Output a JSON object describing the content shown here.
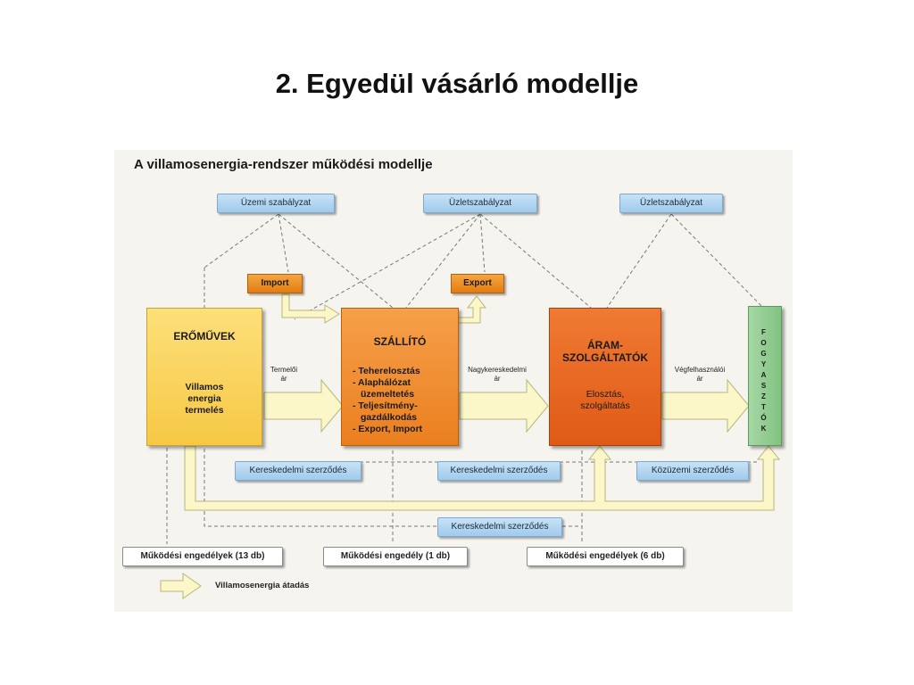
{
  "slide": {
    "title": "2. Egyedül vásárló modellje"
  },
  "diagram": {
    "title": "A villamosenergia-rendszer működési modellje",
    "rules": {
      "uzemi": "Üzemi szabályzat",
      "uzlet_1": "Üzletszabályzat",
      "uzlet_2": "Üzletszabályzat"
    },
    "import_label": "Import",
    "export_label": "Export",
    "eromuvek": {
      "title": "ERŐMŰVEK",
      "text": [
        "Villamos",
        "energia",
        "termelés"
      ]
    },
    "szallito": {
      "title": "SZÁLLÍTÓ",
      "tasks": [
        "- Teherelosztás",
        "- Alaphálózat",
        "  üzemeltetés",
        "- Teljesítmény-",
        "  gazdálkodás",
        "- Export, Import"
      ]
    },
    "aram": {
      "title": [
        "ÁRAM-",
        "SZOLGÁLTATÓK"
      ],
      "text": [
        "Elosztás,",
        "szolgáltatás"
      ]
    },
    "fogyasztok": "FOGYASZTÓK",
    "prices": {
      "termeloi": [
        "Termelői",
        "ár"
      ],
      "nagyker": [
        "Nagykereskedelmi",
        "ár"
      ],
      "vegfelh": [
        "Végfelhasználói",
        "ár"
      ]
    },
    "contracts": {
      "keresk_1": "Kereskedelmi szerződés",
      "keresk_2": "Kereskedelmi szerződés",
      "kozuzemi": "Közüzemi szerződés",
      "keresk_3": "Kereskedelmi szerződés"
    },
    "licenses": {
      "eng_13": "Működési engedélyek (13 db)",
      "eng_1": "Működési engedély (1 db)",
      "eng_6": "Működési engedélyek (6 db)"
    },
    "legend": "Villamosenergia átadás",
    "colors": {
      "yellow": "#fcd85e",
      "orange": "#ef8a22",
      "red_orange": "#e8621c",
      "green": "#8fc98f",
      "blue": "#b5d7f1",
      "arrow_fill": "#fbf7c8"
    }
  }
}
